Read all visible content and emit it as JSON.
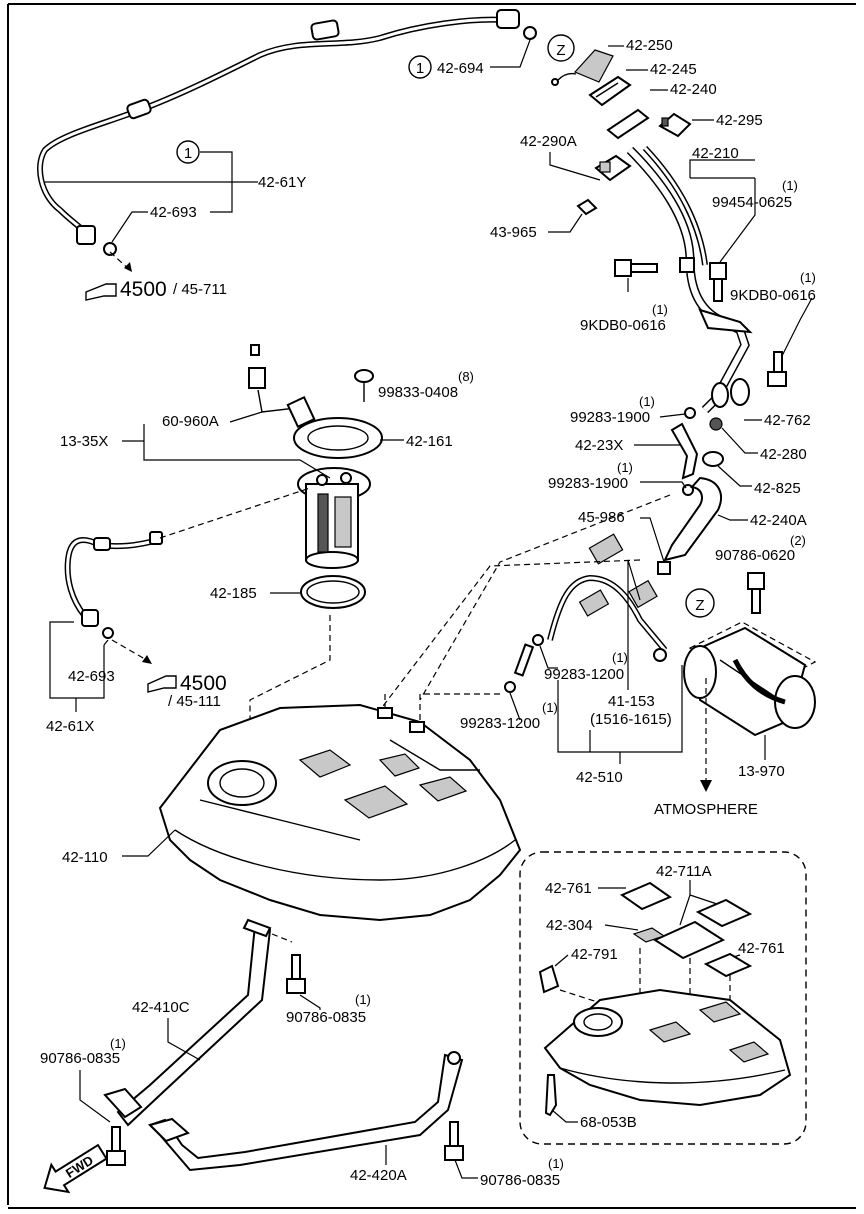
{
  "labels": {
    "l42_694": "42-694",
    "l42_250": "42-250",
    "l42_245": "42-245",
    "l42_240": "42-240",
    "l42_295": "42-295",
    "l42_290A": "42-290A",
    "l42_210": "42-210",
    "l99454_q": "(1)",
    "l99454": "99454-0625",
    "l43_965": "43-965",
    "l9kdb_a_q": "(1)",
    "l9kdb_a": "9KDB0-0616",
    "l9kdb_b_q": "(1)",
    "l9kdb_b": "9KDB0-0616",
    "l42_61Y": "42-61Y",
    "l42_693_top": "42-693",
    "ref4500_top": "4500",
    "ref45711": "/ 45-711",
    "l99833_q": "(8)",
    "l99833": "99833-0408",
    "l60_960A": "60-960A",
    "l13_35X": "13-35X",
    "l42_161": "42-161",
    "l99283_a_q": "(1)",
    "l99283_a": "99283-1900",
    "l42_762": "42-762",
    "l42_23X": "42-23X",
    "l42_280": "42-280",
    "l99283_b_q": "(1)",
    "l99283_b": "99283-1900",
    "l42_825": "42-825",
    "l45_986": "45-986",
    "l42_240A": "42-240A",
    "l90786_a_q": "(2)",
    "l90786_a": "90786-0620",
    "l42_185": "42-185",
    "l42_693_mid": "42-693",
    "ref4500_mid": "4500",
    "ref45111": "/ 45-111",
    "l42_61X": "42-61X",
    "l99283_c_q": "(1)",
    "l99283_c": "99283-1200",
    "l99283_d": "99283-1200",
    "l99283_d_q": "(1)",
    "l41_153": "41-153",
    "l41_153_range": "(1516-1615)",
    "l42_510": "42-510",
    "l13_970": "13-970",
    "atmosphere": "ATMOSPHERE",
    "l42_110": "42-110",
    "l42_761_a": "42-761",
    "l42_711A": "42-711A",
    "l42_304": "42-304",
    "l42_761_b": "42-761",
    "l42_791": "42-791",
    "l68_053B": "68-053B",
    "l42_410C": "42-410C",
    "l90786_b_q": "(1)",
    "l90786_b": "90786-0835",
    "l90786_c_q": "(1)",
    "l90786_c": "90786-0835",
    "l42_420A": "42-420A",
    "l90786_d_q": "(1)",
    "l90786_d": "90786-0835"
  },
  "callouts": {
    "circle_1": "1",
    "circle_z": "Z",
    "fwd": "FWD"
  }
}
